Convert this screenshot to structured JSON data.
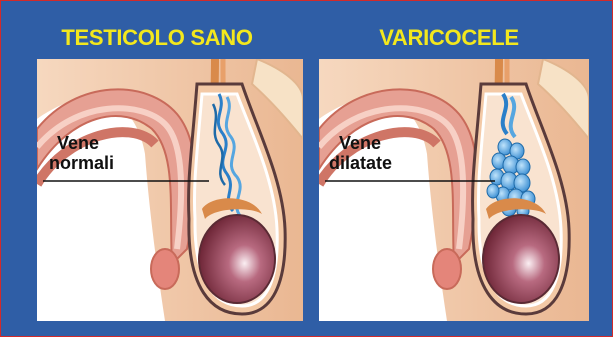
{
  "panels": [
    {
      "title": "TESTICOLO SANO",
      "label_line1": "Vene",
      "label_line2": "normali",
      "state": "healthy"
    },
    {
      "title": "VARICOCELE",
      "label_line1": "Vene",
      "label_line2": "dilatate",
      "state": "varicocele"
    }
  ],
  "colors": {
    "background": "#2f5ea6",
    "title": "#f3e81d",
    "border": "#d22a2a",
    "tissue": "#f2c9a8",
    "shaft": "#e08a80",
    "vein": "#3a8fd0",
    "testis": "#8c3a4a"
  }
}
